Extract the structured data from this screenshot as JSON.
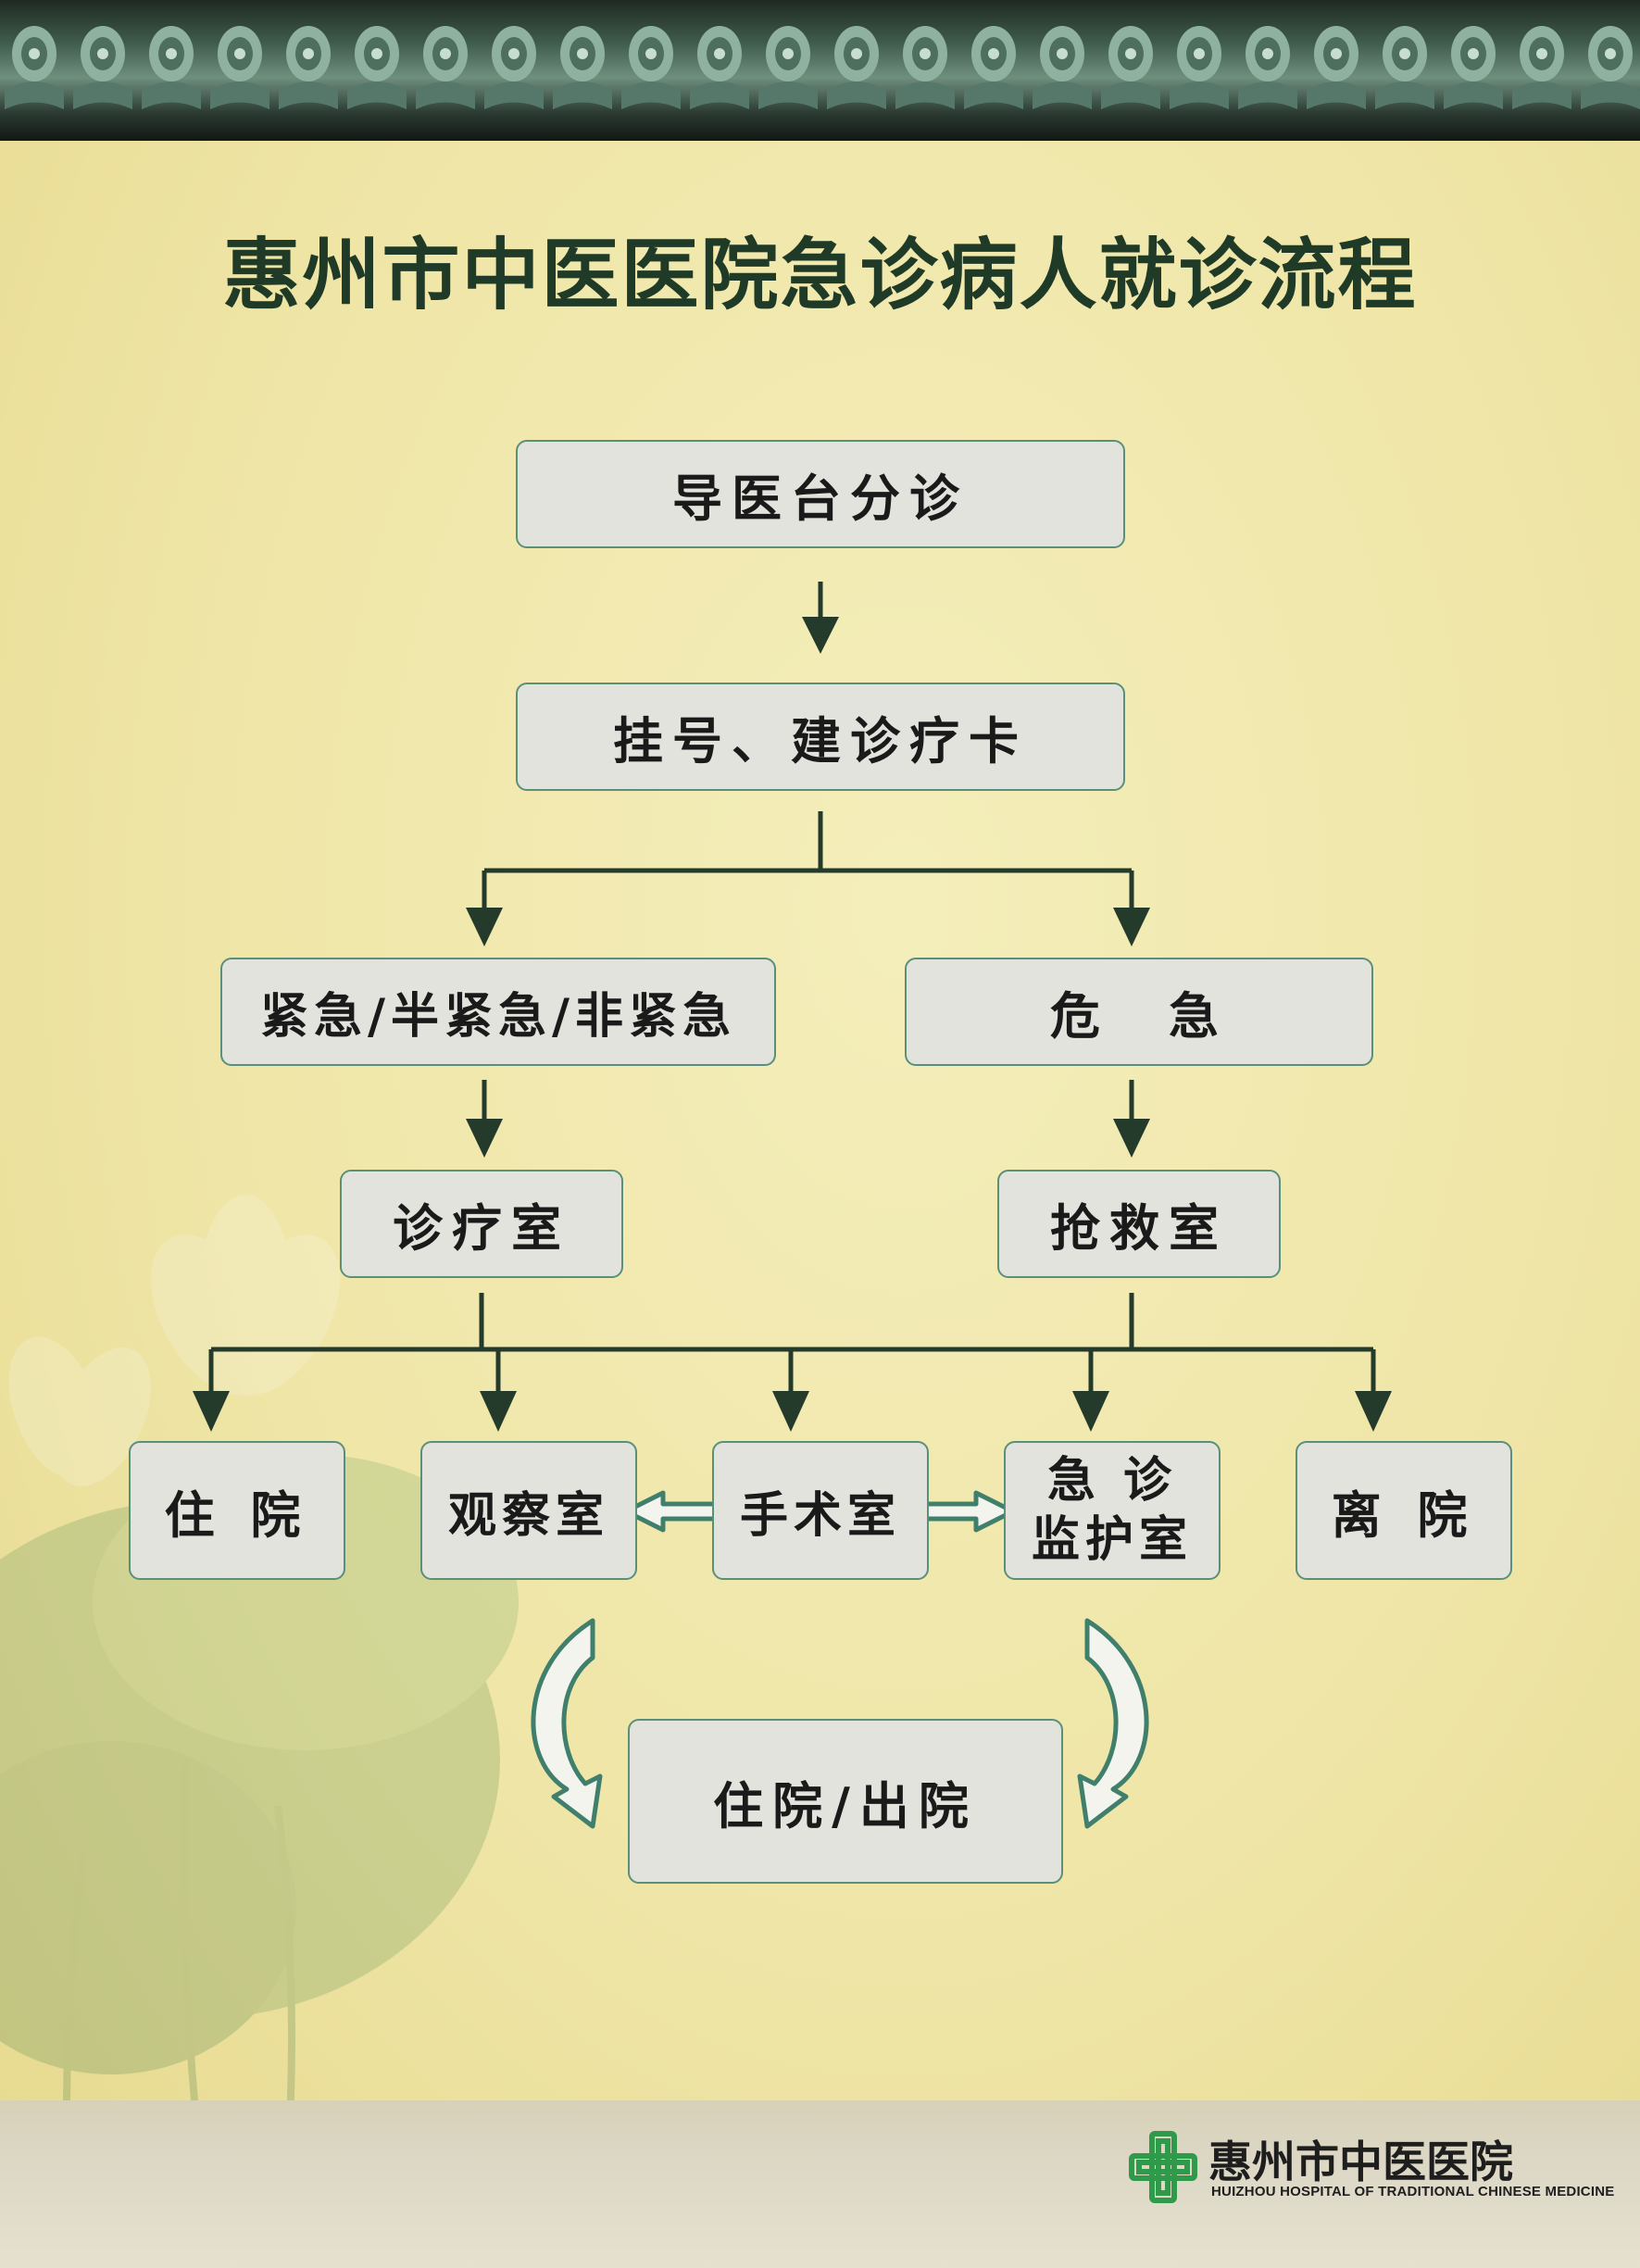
{
  "title": "惠州市中医医院急诊病人就诊流程",
  "nodes": {
    "triage": "导医台分诊",
    "register": "挂号、建诊疗卡",
    "urgent": "紧急/半紧急/非紧急",
    "critical": "危　急",
    "treatment_room": "诊疗室",
    "rescue_room": "抢救室",
    "admit": "住 院",
    "observation": "观察室",
    "surgery": "手术室",
    "icu_line1": "急 诊",
    "icu_line2": "监护室",
    "leave": "离 院",
    "admit_discharge": "住院/出院"
  },
  "logo": {
    "name": "惠州市中医医院",
    "english": "HUIZHOU HOSPITAL OF TRADITIONAL CHINESE MEDICINE",
    "icon": "hospital-cross-icon"
  },
  "colors": {
    "background": "#efe5a6",
    "title": "#1f3a27",
    "box_fill": "#e3e3dd",
    "box_border": "#5a8f7a",
    "connector": "#243a2b",
    "logo_green": "#2f9a4a"
  }
}
